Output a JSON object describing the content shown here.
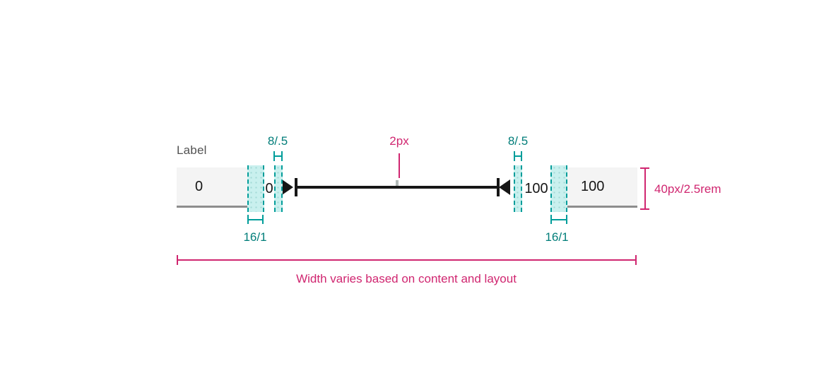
{
  "colors": {
    "magenta": "#d02670",
    "teal": "#007d79",
    "teal_dash": "#009d9a",
    "teal_fill": "#c9f0ee",
    "field_bg": "#f4f4f4",
    "field_border": "#8d8d8d",
    "ink": "#161616",
    "label_gray": "#525252",
    "marker_gray": "#b2bab8"
  },
  "slider": {
    "label": "Label",
    "min_input_value": "0",
    "max_input_value": "100",
    "min_range_label": "0",
    "max_range_label": "100"
  },
  "annotations": {
    "spacing_inner_left": "8/.5",
    "spacing_inner_right": "8/.5",
    "spacing_outer_left": "16/1",
    "spacing_outer_right": "16/1",
    "track_thickness": "2px",
    "component_height": "40px/2.5rem",
    "width_note": "Width varies based on content and layout"
  }
}
